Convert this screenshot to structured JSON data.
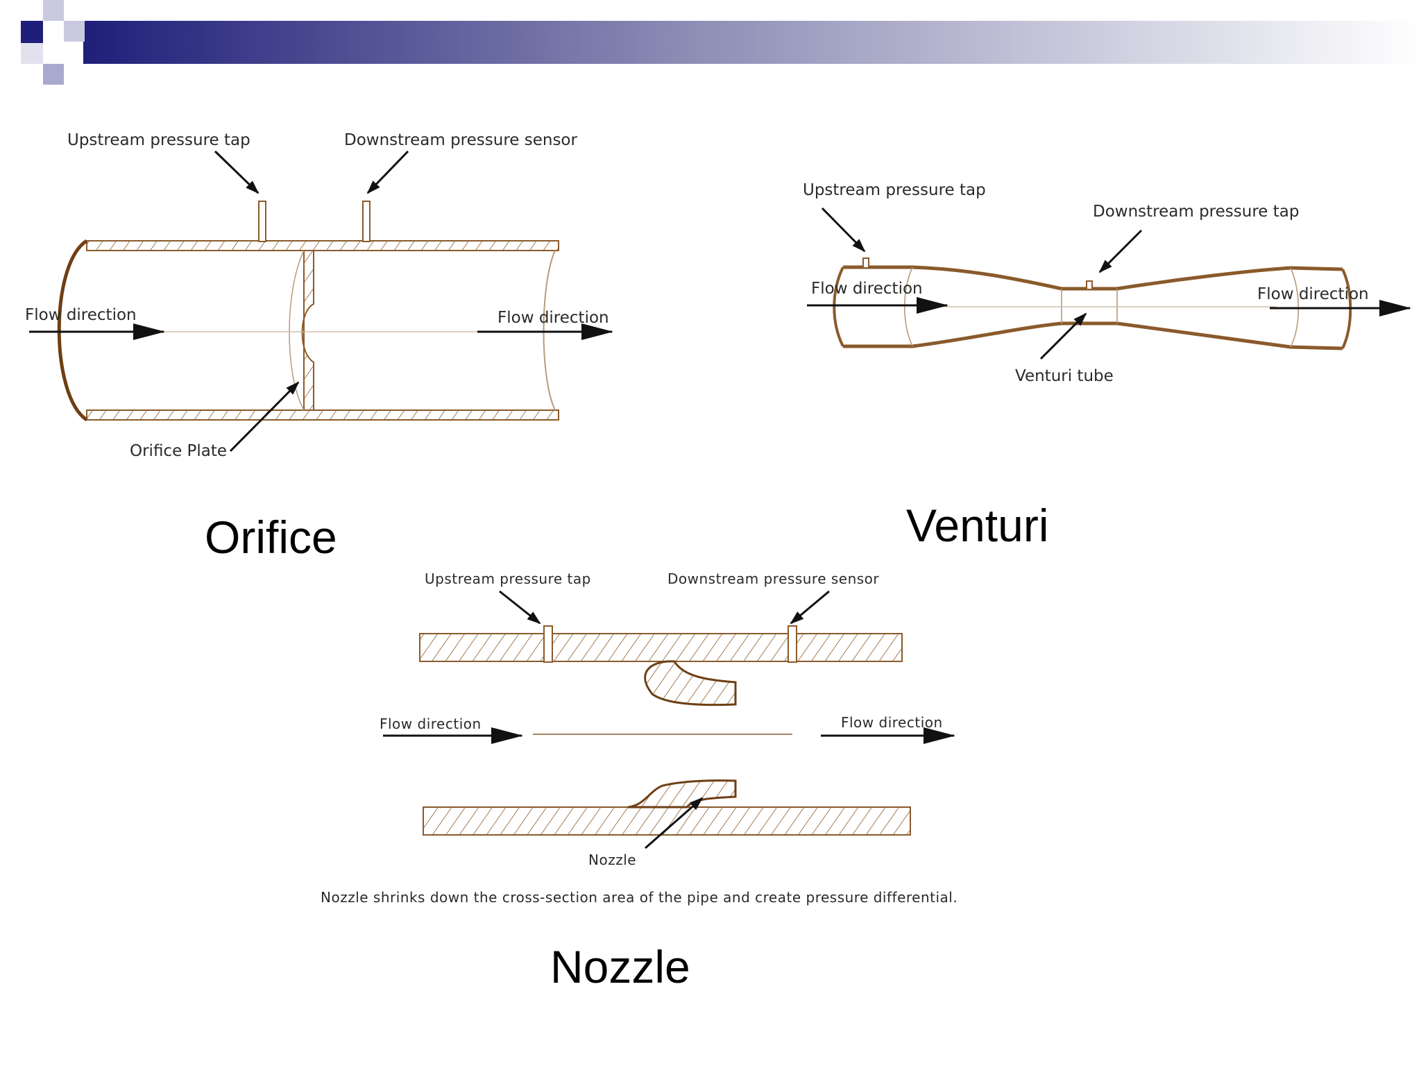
{
  "orifice": {
    "title": "Orifice",
    "upstream_label": "Upstream pressure tap",
    "downstream_label": "Downstream pressure sensor",
    "flow_in_label": "Flow direction",
    "flow_out_label": "Flow direction",
    "plate_label": "Orifice Plate"
  },
  "venturi": {
    "title": "Venturi",
    "upstream_label": "Upstream pressure tap",
    "downstream_label": "Downstream pressure tap",
    "flow_in_label": "Flow direction",
    "flow_out_label": "Flow direction",
    "tube_label": "Venturi tube"
  },
  "nozzle": {
    "title": "Nozzle",
    "upstream_label": "Upstream pressure tap",
    "downstream_label": "Downstream pressure sensor",
    "flow_in_label": "Flow direction",
    "flow_out_label": "Flow direction",
    "nozzle_label": "Nozzle",
    "caption": "Nozzle shrinks down the cross-section area of the pipe and create pressure differential."
  },
  "colors": {
    "header_dark": "#1f1f7a",
    "header_light": "#ffffff",
    "pipe": "#8a5a2b"
  }
}
